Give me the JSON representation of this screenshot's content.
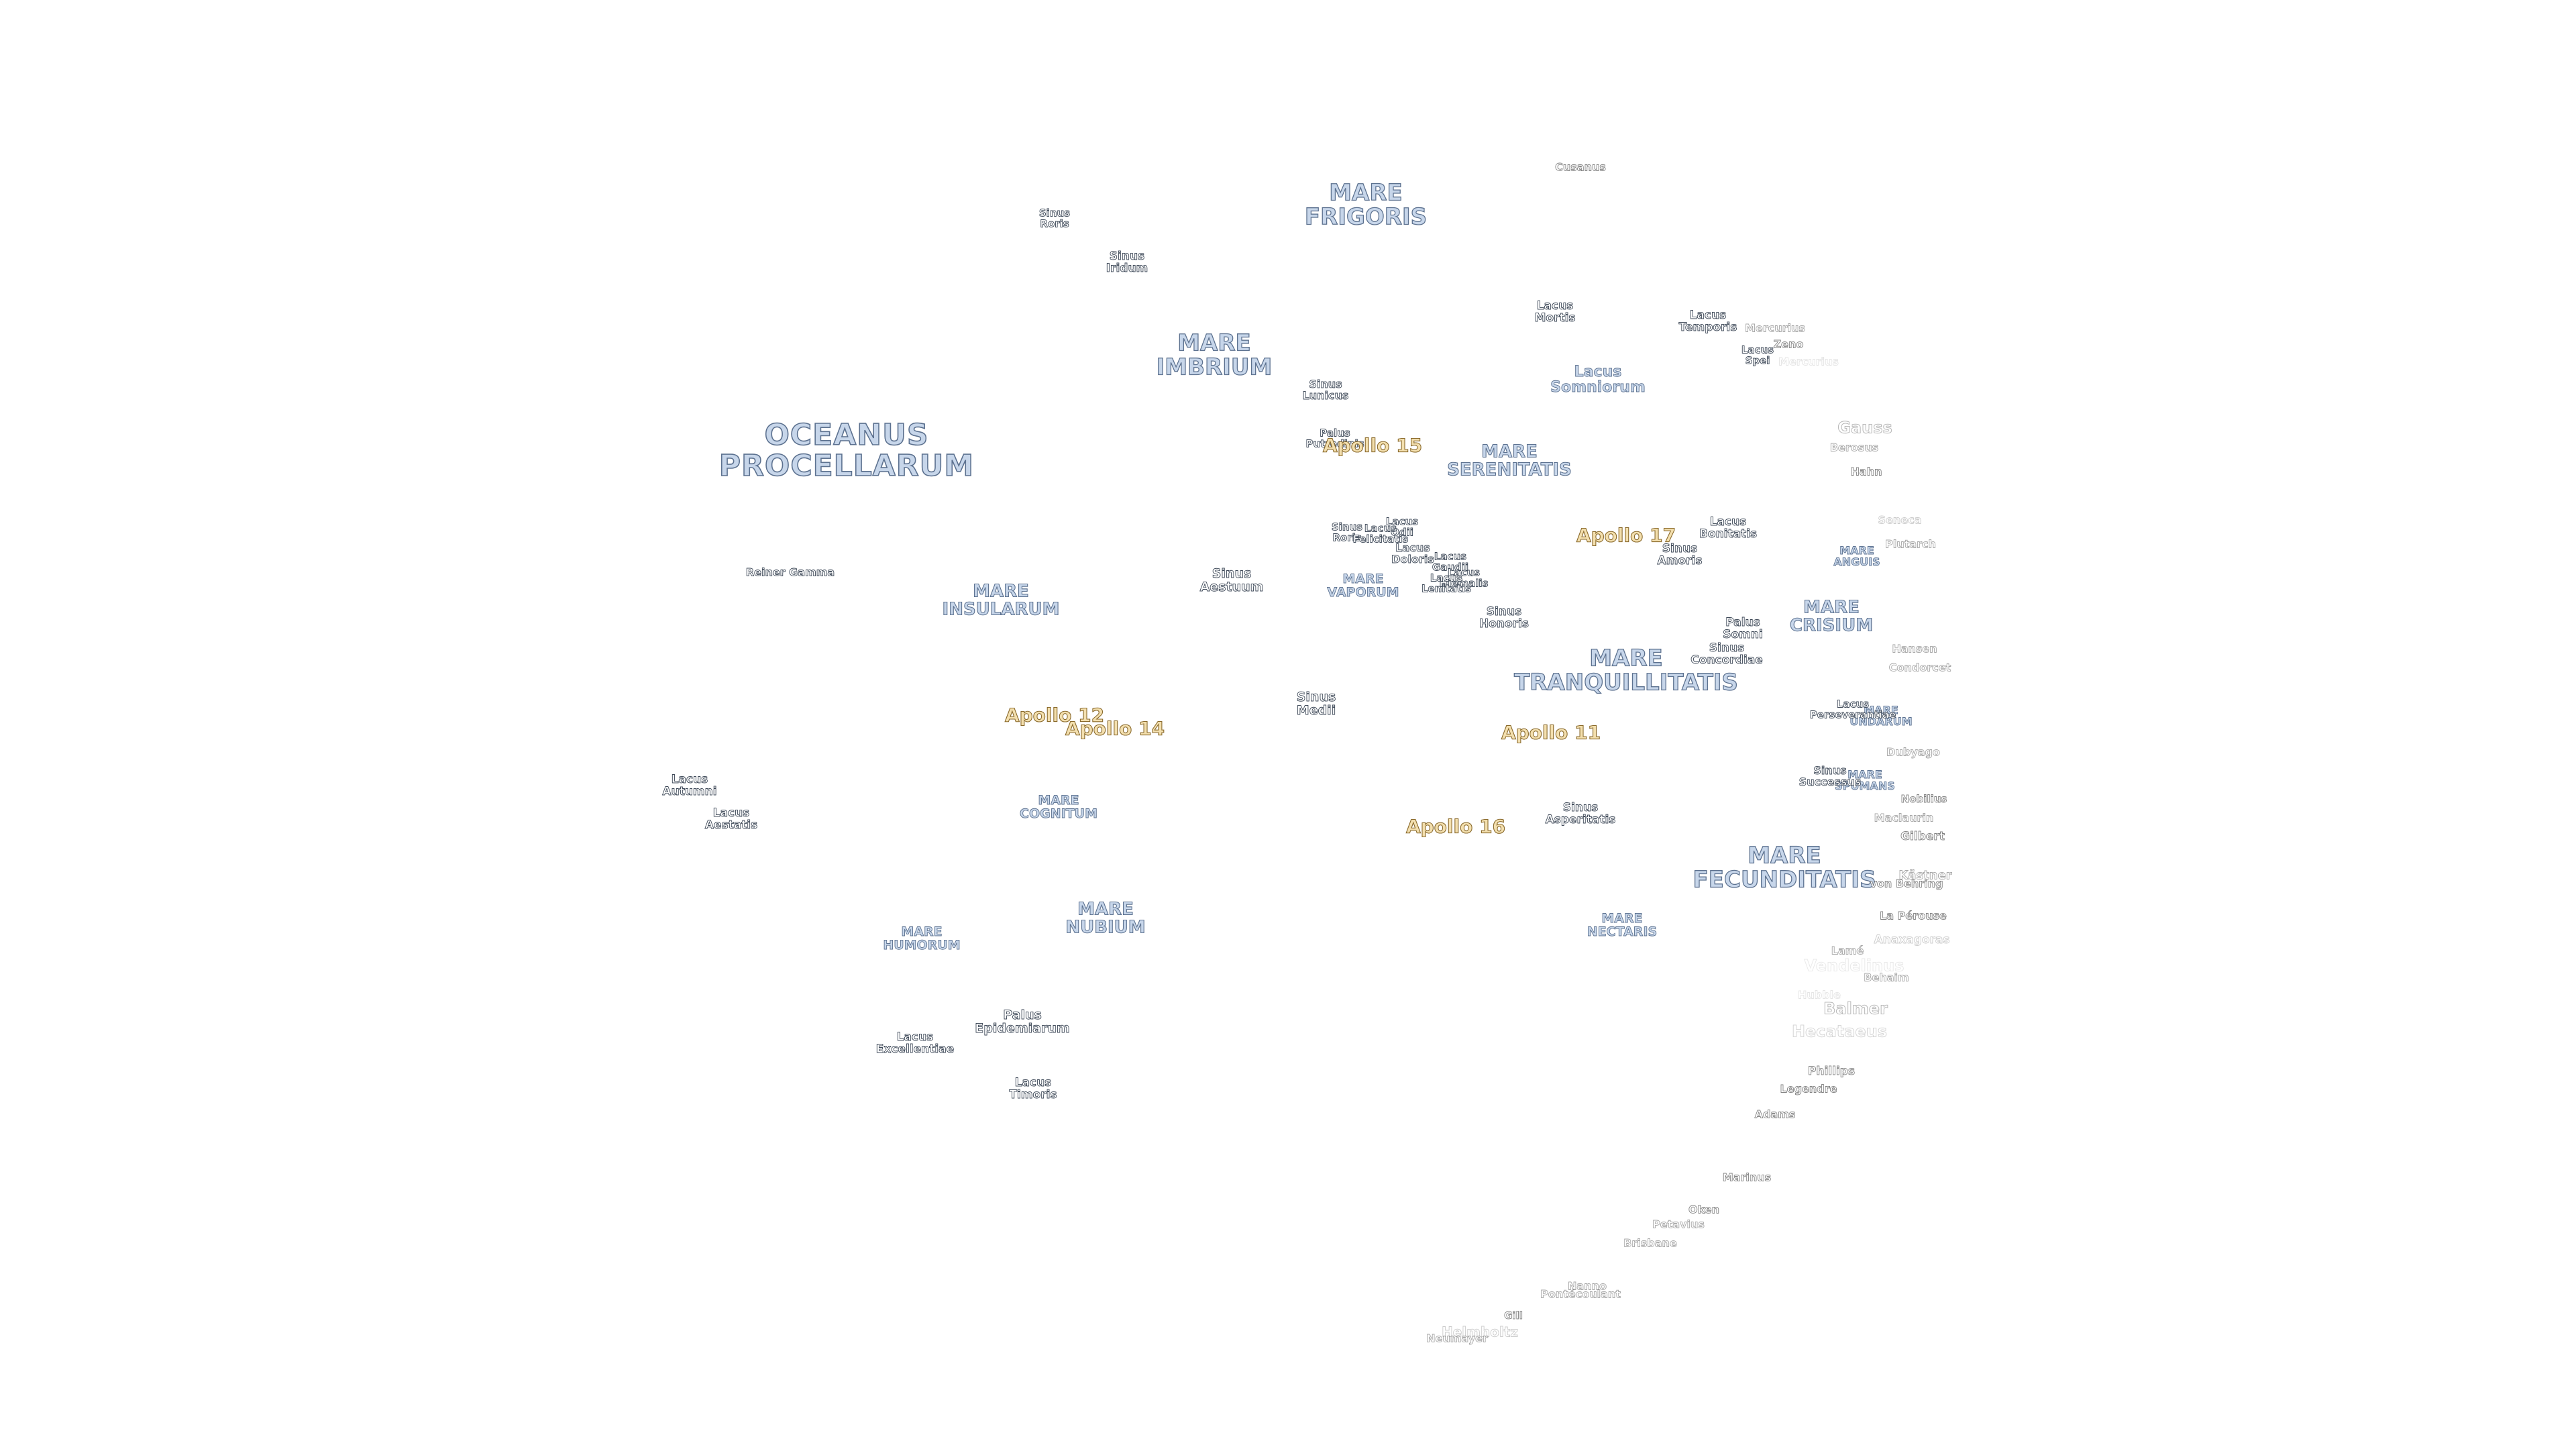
{
  "map": {
    "ocean": [
      "OCEANUS\nPROCELLARUM"
    ],
    "maria": [
      "MARE\nFRIGORIS",
      "MARE\nIMBRIUM",
      "MARE\nSERENITATIS",
      "MARE\nTRANQUILLITATIS",
      "MARE\nFECUNDITATIS",
      "MARE\nNUBIUM",
      "MARE\nINSULARUM",
      "MARE\nCOGNITUM",
      "MARE\nHUMORUM",
      "MARE\nCRISIUM",
      "MARE\nNECTARIS",
      "MARE\nVAPORUM",
      "MARE\nANGUIS",
      "MARE\nUNDARUM",
      "MARE\nSPUMANS"
    ],
    "minor": [
      "Sinus\nRoris",
      "Sinus\nIridum",
      "Lacus\nMortis",
      "Lacus\nTemporis",
      "Lacus\nSomniorum",
      "Lacus\nSpei",
      "Sinus\nLunicus",
      "Palus\nPutredinis",
      "Sinus\nRoris",
      "Lacus\nOdii",
      "Lacus\nFelicitatis",
      "Lacus\nDoloris",
      "Lacus\nGaudii",
      "Lacus\nHiemalis",
      "Lacus\nLenitatis",
      "Lacus\nBonitatis",
      "Sinus\nAmoris",
      "Sinus\nAestuum",
      "Sinus\nHonoris",
      "Palus\nSomni",
      "Sinus\nConcordiae",
      "Sinus\nMedii",
      "Lacus\nPerseverantiae",
      "Sinus\nSuccessus",
      "Sinus\nAsperitatis",
      "Lacus\nAutumni",
      "Lacus\nAestatis",
      "Palus\nEpidemiarum",
      "Lacus\nExcellentiae",
      "Lacus\nTimoris",
      "Reiner Gamma"
    ],
    "apollo": [
      "Apollo 15",
      "Apollo 17",
      "Apollo 12",
      "Apollo 14",
      "Apollo 11",
      "Apollo 16"
    ],
    "craters": [
      "Cusanus",
      "Mercurius",
      "Zeno",
      "Gauss",
      "Berosus",
      "Hahn",
      "Seneca",
      "Plutarch",
      "Hansen",
      "Condorcet",
      "Dubyago",
      "Kästner",
      "Maclaurin",
      "Gilbert",
      "von Behring",
      "La Pérouse",
      "Anaxagoras",
      "Lamé",
      "Vendelinus",
      "Behaim",
      "Balmer",
      "Hecataeus",
      "Phillips",
      "Legendre",
      "Adams",
      "Marinus",
      "Oken",
      "Petavius",
      "Brisbane",
      "Nanno",
      "Pontécoulant",
      "Helmholtz",
      "Neumayer",
      "Gill",
      "Nobilius",
      "Hubble",
      "Mercurius"
    ]
  }
}
